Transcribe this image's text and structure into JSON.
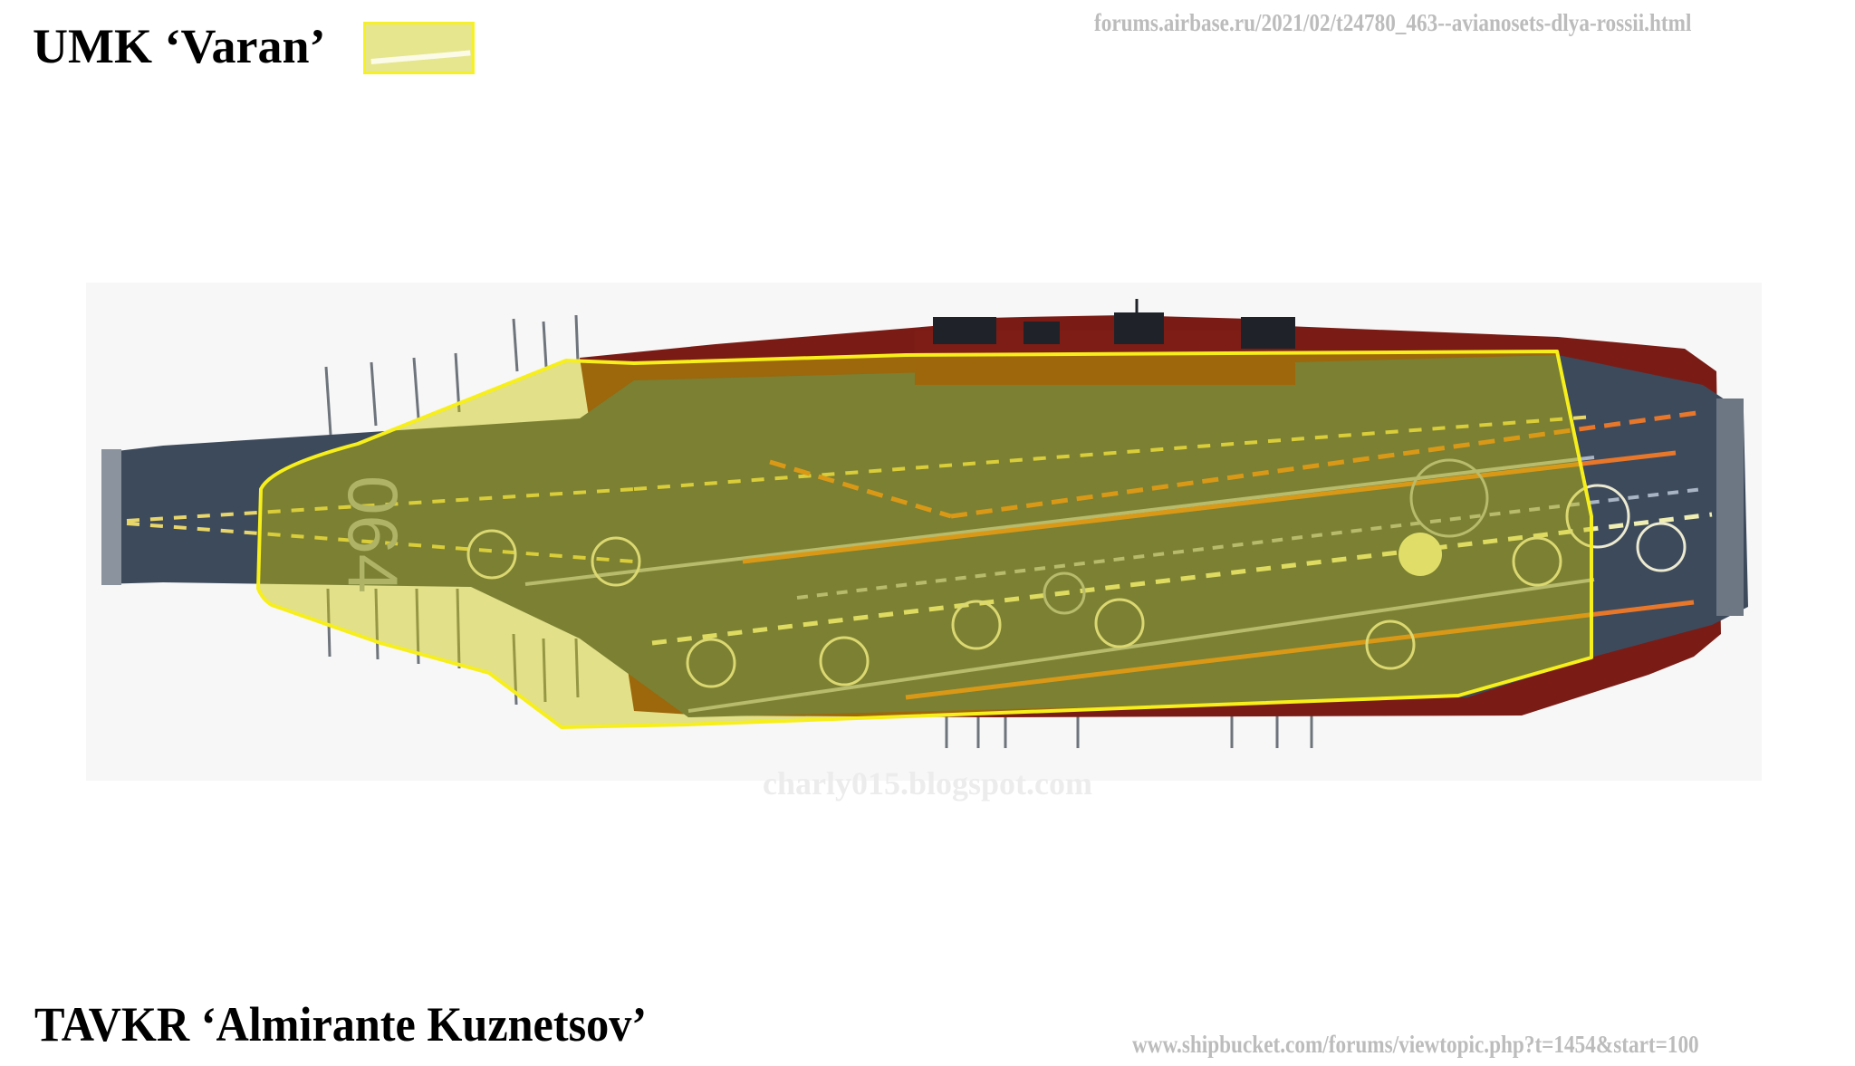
{
  "titles": {
    "top": "UMK ‘Varan’",
    "bottom": "TAVKR ‘Almirante Kuznetsov’"
  },
  "legend": {
    "label": "UMK ‘Varan’",
    "swatch_fill": "#e6e68e",
    "swatch_border": "#f5f02a"
  },
  "sources": {
    "top": "forums.airbase.ru/2021/02/t24780_463--avianosets-dlya-rossii.html",
    "bottom": "www.shipbucket.com/forums/viewtopic.php?t=1454&start=100"
  },
  "watermark": "charly015.blogspot.com",
  "ship": {
    "hull_number": "064",
    "deck_color": "#3d4a5c",
    "superstructure_color": "#8a1e16",
    "deck_line_orange": "#e8772a",
    "deck_line_yellow": "#e9e68a",
    "deck_line_grey": "#a9b4c4"
  },
  "overlay": {
    "name": "UMK ‘Varan’ outline",
    "fill": "#c8c400",
    "fill_opacity": 0.45,
    "stroke": "#f7ef1c"
  }
}
